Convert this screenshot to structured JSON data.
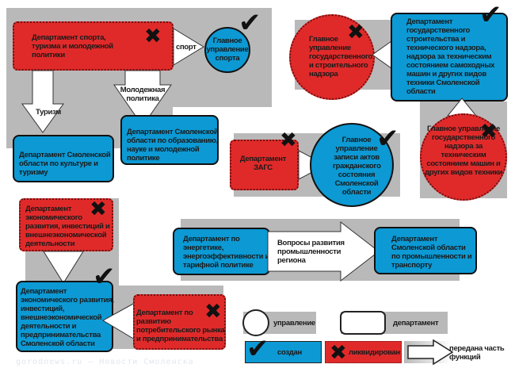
{
  "colors": {
    "created_blue": "#0c99d4",
    "liquidated_red": "#e02a2a",
    "panel_gray": "#b9b9b9"
  },
  "blocks": {
    "sport": {
      "dept_sport": "Департамент спорта, туризма и молодежной политики",
      "arrow_sport": "спорт",
      "gu_sport": "Главное управление спорта",
      "arrow_youth": "Молодежная политика",
      "arrow_tourism": "Туризм",
      "dept_culture": "Департамент Смоленской области по культуре и туризму",
      "dept_education": "Департамент Смоленской области по образованию, науке и молодежной политике"
    },
    "construction": {
      "gu_construction": "Главное управление государственного и строительного надзора",
      "dept_construction": "Департамент государственного строительства и технического надзора, надзора за техническим состоянием самоходных машин и других видов техники Смоленской области",
      "gu_tech": "Главное управление государственного надзора за техническим состоянием машин и других видов техники"
    },
    "zags": {
      "dept_zags": "Департамент ЗАГС",
      "gu_zags": "Главное управление записи актов гражданского состояния Смоленской области"
    },
    "economy": {
      "dept_econ_old": "Департамент экономического развития, инвестиций и внешнеэкономической деятельности",
      "dept_econ_new": "Департамент экономического развития, инвестиций, внешнеэкономической деятельности и предпринимательства Смоленской области",
      "dept_market": "Департамент по развитию потребительского рынка и предпринимательства"
    },
    "industry": {
      "dept_energy": "Департамент по энергетике, энергоэффективности и тарифной политике",
      "arrow_industry": "Вопросы развития промышленности региона",
      "dept_industry": "Департамент Смоленской области по промышленности и транспорту"
    }
  },
  "legend": {
    "management": "управление",
    "department": "департамент",
    "created": "создан",
    "liquidated": "ликвидирован",
    "transferred": "передана часть функций"
  },
  "icons": {
    "created": "check-mark-icon",
    "liquidated": "x-mark-icon"
  },
  "watermark": "gorodnews.ru — Новости Смоленска"
}
